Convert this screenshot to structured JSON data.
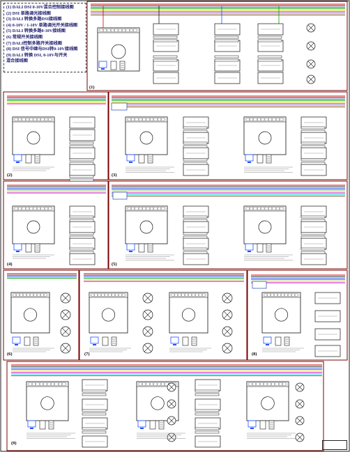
{
  "legend": [
    "(1) DALI DSI 0-10V混合控制接线图",
    "(2) DSI 单路调光接线图",
    "(3) DALI 转换多路DSI接线图",
    "(4) 0-10V / 1-10V 单路调光开关接线图",
    "(5) DALI 转换多路0-10V接线图",
    "(6) 常规开关接线图",
    "(7) DALI控制多路开关接线图",
    "(8) DSI 信号中继与DSI转0-10V接线图",
    "(9) DALI 转换 DSI, 0-10V与开关",
    "混合接线图"
  ],
  "panels": [
    {
      "id": "p1",
      "label": "(1)"
    },
    {
      "id": "p2",
      "label": "(2)"
    },
    {
      "id": "p3",
      "label": "(3)"
    },
    {
      "id": "p4",
      "label": "(4)"
    },
    {
      "id": "p5",
      "label": "(5)"
    },
    {
      "id": "p6",
      "label": "(6)"
    },
    {
      "id": "p7",
      "label": "(7)"
    },
    {
      "id": "p8",
      "label": "(8)"
    },
    {
      "id": "p9",
      "label": "(9)"
    }
  ],
  "colors": {
    "frame": "#7a0000",
    "blue_frame": "#2244bb",
    "wire_red": "#d40000",
    "wire_green": "#00a000",
    "wire_yellow": "#e8d000",
    "wire_blue": "#1e50ff",
    "wire_cyan": "#00c8d8",
    "wire_magenta": "#c800c8",
    "wire_black": "#111111",
    "wire_brown": "#7a3b00"
  }
}
